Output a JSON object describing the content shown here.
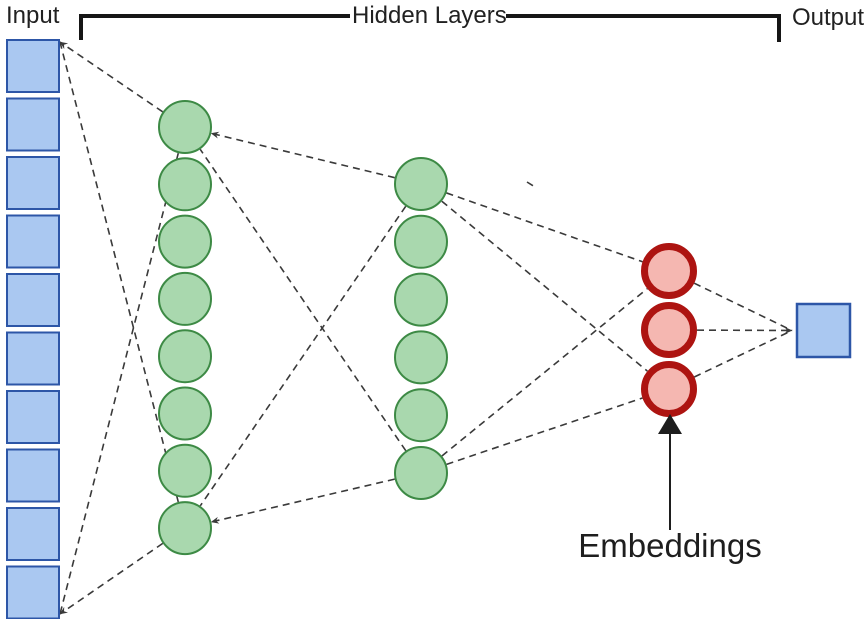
{
  "labels": {
    "input": "Input",
    "hidden_layers": "Hidden Layers",
    "output": "Output",
    "embeddings": "Embeddings"
  },
  "colors": {
    "text": "#212121",
    "edge_line": "#3a3a3a",
    "bracket": "#161616",
    "pointer_arrow": "#1e1e1e",
    "input_fill": "#aac8f1",
    "input_border": "#2d56a7",
    "hidden_fill": "#a9d8ae",
    "hidden_border": "#3d8a45",
    "embedding_fill": "#f5b7b1",
    "embedding_border": "#ad1411",
    "output_fill": "#aac8f1",
    "output_border": "#2d56a7"
  },
  "diagram": {
    "type": "neural-network-architecture",
    "layers": [
      {
        "name": "input",
        "label": "Input",
        "shape": "square",
        "count": 10
      },
      {
        "name": "hidden-1",
        "label": "Hidden Layers",
        "shape": "circle",
        "count": 8
      },
      {
        "name": "hidden-2",
        "label": "Hidden Layers",
        "shape": "circle",
        "count": 6
      },
      {
        "name": "embeddings",
        "label": "Embeddings",
        "shape": "circle",
        "count": 3
      },
      {
        "name": "output",
        "label": "Output",
        "shape": "square",
        "count": 1
      }
    ],
    "connection_style": "dashed",
    "annotation_text": "Embeddings"
  }
}
